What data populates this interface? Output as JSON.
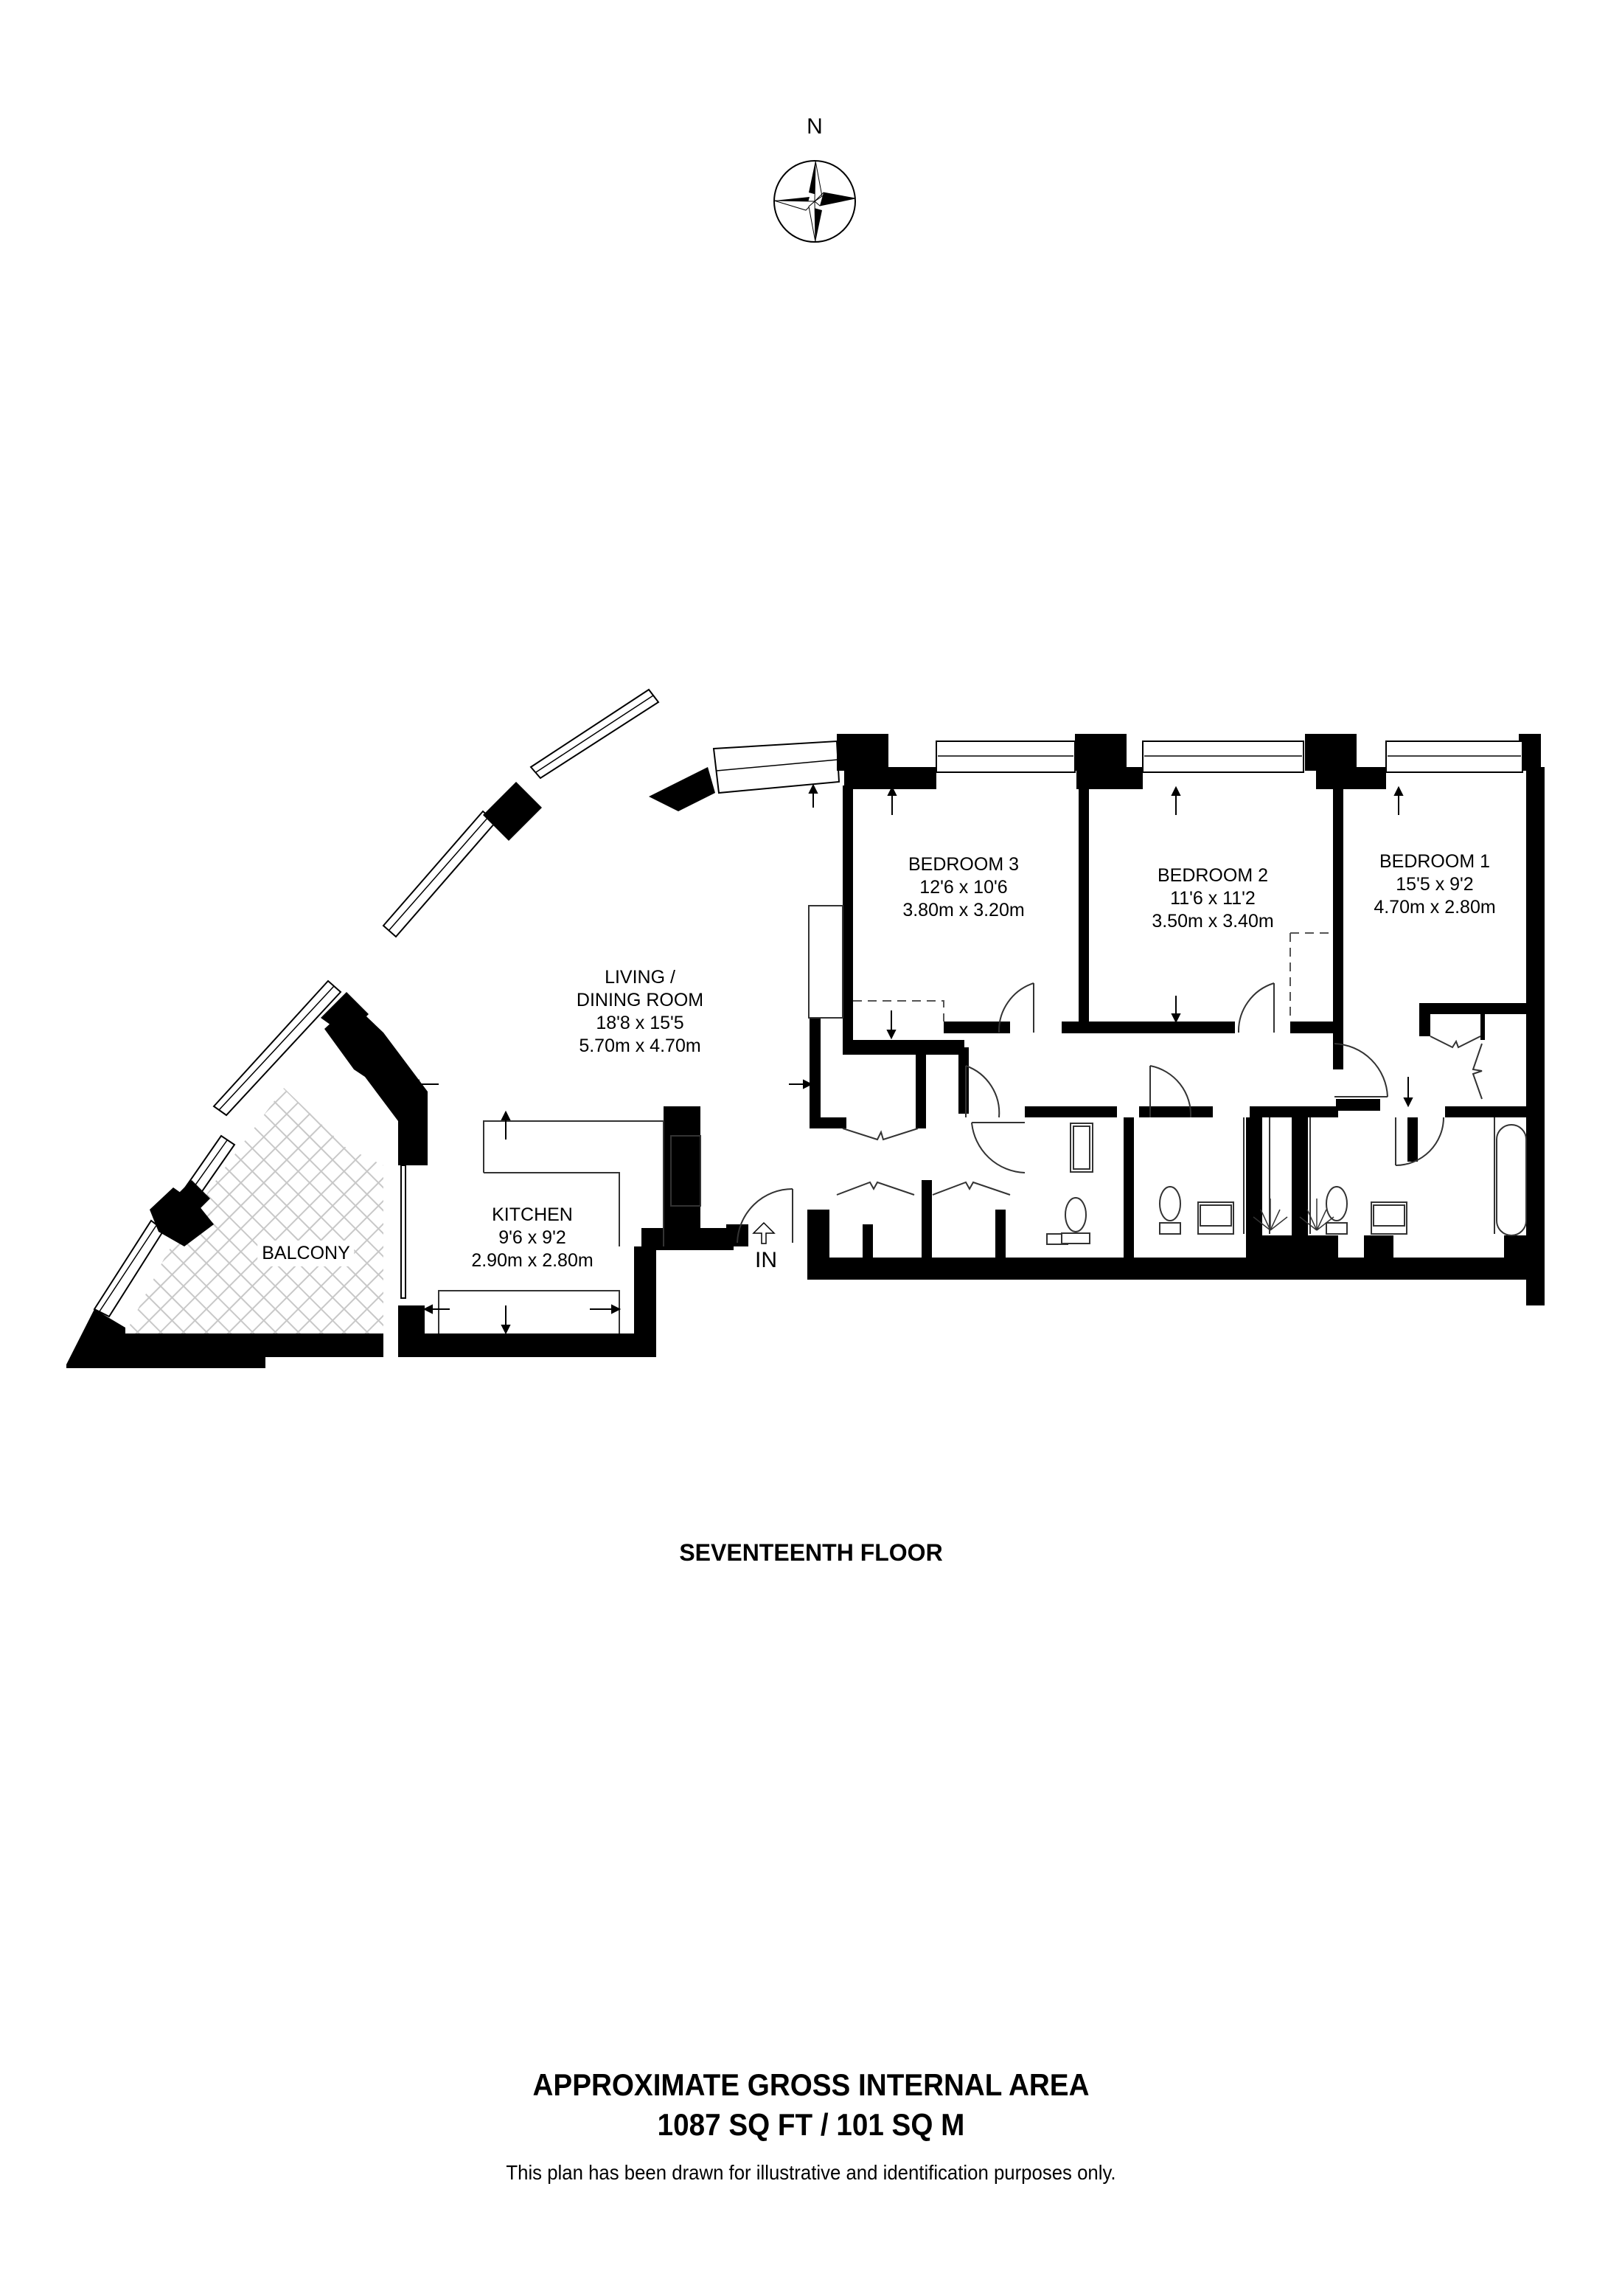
{
  "compass": {
    "label": "N",
    "icon": "north-compass-rose-icon"
  },
  "rooms": {
    "living": {
      "name_line1": "LIVING /",
      "name_line2": "DINING ROOM",
      "imperial": "18'8 x 15'5",
      "metric": "5.70m x 4.70m"
    },
    "kitchen": {
      "name": "KITCHEN",
      "imperial": "9'6 x 9'2",
      "metric": "2.90m x 2.80m"
    },
    "balcony": {
      "name": "BALCONY"
    },
    "bedroom3": {
      "name": "BEDROOM 3",
      "imperial": "12'6 x 10'6",
      "metric": "3.80m x 3.20m"
    },
    "bedroom2": {
      "name": "BEDROOM 2",
      "imperial": "11'6 x 11'2",
      "metric": "3.50m x 3.40m"
    },
    "bedroom1": {
      "name": "BEDROOM 1",
      "imperial": "15'5 x 9'2",
      "metric": "4.70m x 2.80m"
    }
  },
  "entrance": {
    "label": "IN",
    "icon": "entrance-arrow-icon"
  },
  "colors": {
    "wall": "#000000",
    "balcony_hatch": "#c8c8c8",
    "line": "#333333",
    "background": "#ffffff"
  },
  "floor": {
    "title": "SEVENTEENTH FLOOR"
  },
  "area": {
    "title": "APPROXIMATE GROSS INTERNAL AREA",
    "value": "1087 SQ FT / 101 SQ M"
  },
  "disclaimer": "This plan has been drawn for illustrative and identification purposes only."
}
